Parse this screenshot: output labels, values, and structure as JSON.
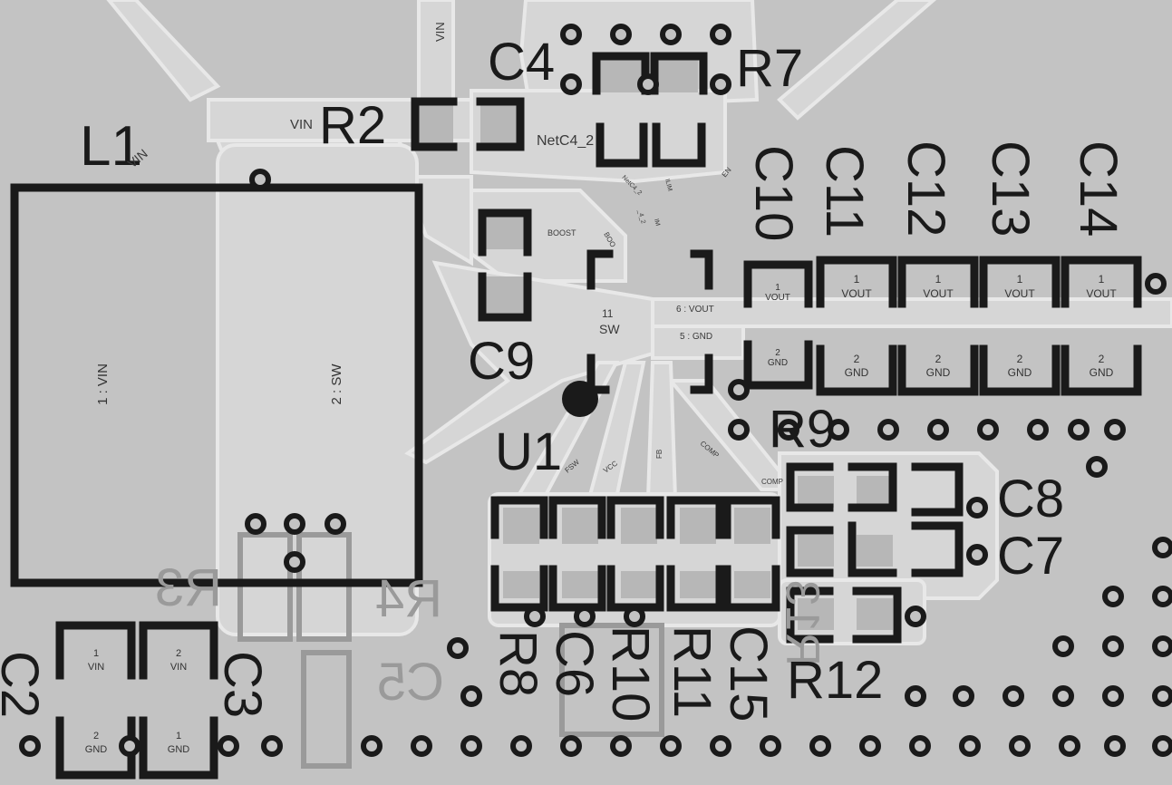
{
  "board": {
    "colors": {
      "background": "#c3c3c3",
      "copper": "#d6d6d6",
      "copper_edge": "#e8e8e8",
      "pad": "#b7b7b7",
      "silkscreen": "#1a1a1a",
      "silkscreen_bottom": "#9a9a9a",
      "via": "#1a1a1a"
    },
    "components": {
      "L1": "L1",
      "C2": "C2",
      "C3": "C3",
      "C4": "C4",
      "C5": "C5",
      "C6": "C6",
      "C7": "C7",
      "C8": "C8",
      "C9": "C9",
      "C10": "C10",
      "C11": "C11",
      "C12": "C12",
      "C13": "C13",
      "C14": "C14",
      "C15": "C15",
      "R2": "R2",
      "R3": "R3",
      "R4": "R4",
      "R7": "R7",
      "R8": "R8",
      "R9": "R9",
      "R10": "R10",
      "R11": "R11",
      "R12": "R12",
      "R13": "R13",
      "U1": "U1"
    },
    "nets": {
      "vin_top": "VIN",
      "vin_r2": "VIN",
      "vin_l1": "VIN",
      "netc4": "NetC4_2",
      "boost": "BOOST",
      "boo": "BOO",
      "vout6": "6 : VOUT",
      "gnd5": "5 : GND",
      "sw11_num": "11",
      "sw11": "SW",
      "fsw": "FSW",
      "vcc": "VCC",
      "fb": "FB",
      "comp": "COMP",
      "comp2": "COMP",
      "ilim": "ILIM",
      "im": "IM",
      "en": "EN",
      "c4_2b": "_4_2",
      "netc4_2b": "NetC4_2"
    },
    "pads": {
      "l1_pad1": "1 : VIN",
      "l1_pad2": "2 : SW",
      "vin_num": "1",
      "vin": "VIN",
      "vin2_num": "2",
      "vin2": "VIN",
      "gnd2_num": "2",
      "gnd": "GND",
      "gnd1_num": "1",
      "gnd1": "GND",
      "vout_num": "1",
      "vout": "VOUT",
      "gnd_out_num": "2",
      "gnd_out": "GND"
    }
  }
}
